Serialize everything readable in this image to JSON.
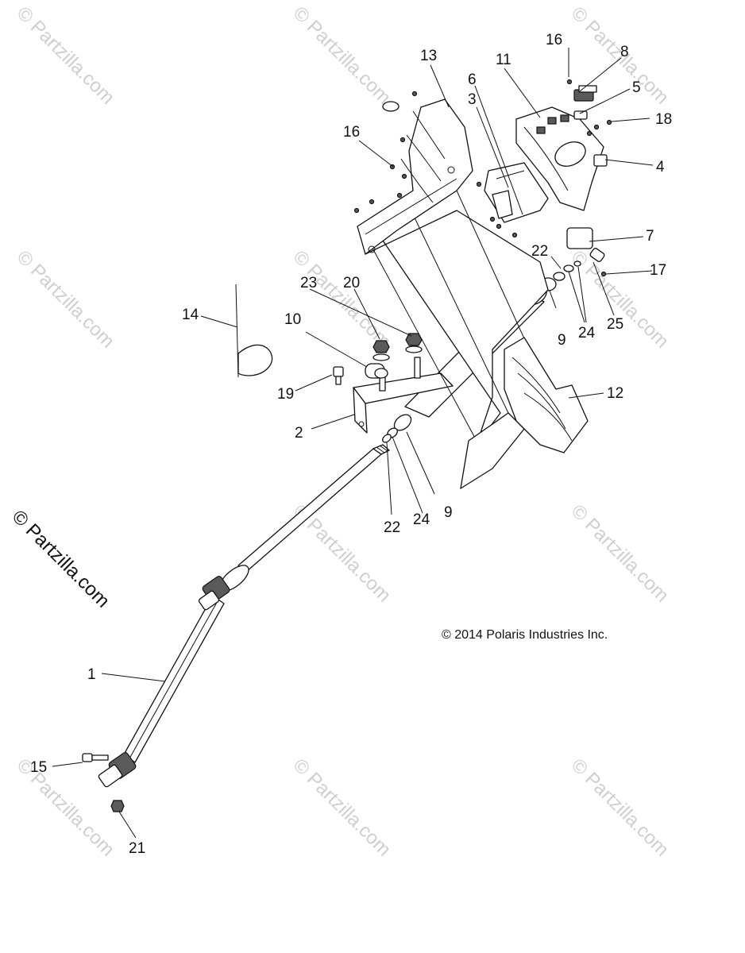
{
  "diagram": {
    "copyright": "© 2014 Polaris Industries Inc.",
    "side_watermark": "© Partzilla.com",
    "watermark": "© Partzilla.com",
    "callouts": {
      "c1": "1",
      "c2": "2",
      "c3": "3",
      "c4": "4",
      "c5": "5",
      "c6": "6",
      "c7": "7",
      "c8": "8",
      "c9a": "9",
      "c9b": "9",
      "c10": "10",
      "c11": "11",
      "c12": "12",
      "c13": "13",
      "c14": "14",
      "c15": "15",
      "c16a": "16",
      "c16b": "16",
      "c17": "17",
      "c18": "18",
      "c19": "19",
      "c20": "20",
      "c21": "21",
      "c22a": "22",
      "c22b": "22",
      "c23": "23",
      "c24a": "24",
      "c24b": "24",
      "c25": "25"
    }
  }
}
